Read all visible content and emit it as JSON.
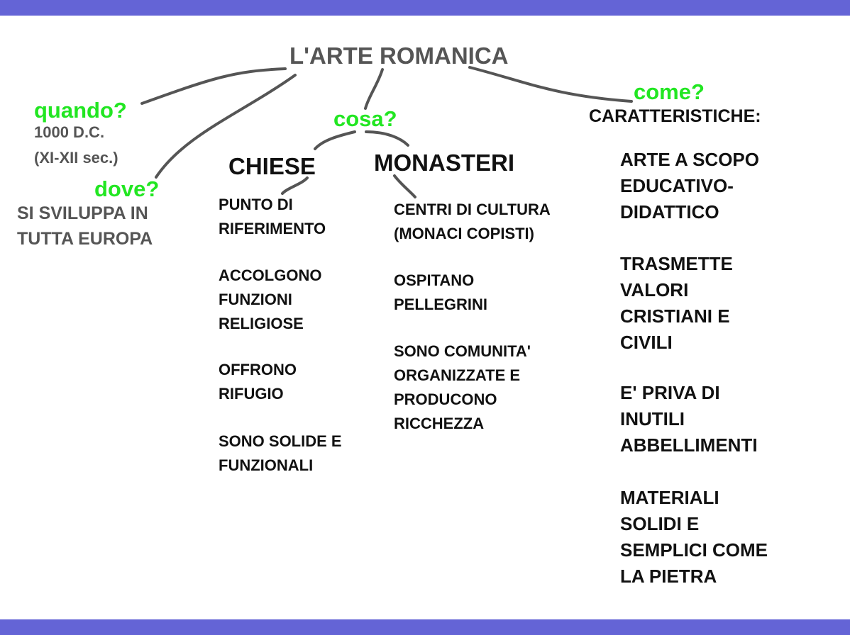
{
  "title": "L'ARTE ROMANICA",
  "questions": {
    "quando": "quando?",
    "dove": "dove?",
    "cosa": "cosa?",
    "come": "come?"
  },
  "quando_answer": [
    "1000 D.C.",
    "(XI-XII sec.)"
  ],
  "dove_answer": [
    "SI SVILUPPA IN",
    "TUTTA EUROPA"
  ],
  "chiese": {
    "heading": "CHIESE",
    "items": [
      "PUNTO DI\nRIFERIMENTO",
      "ACCOLGONO\nFUNZIONI\nRELIGIOSE",
      "OFFRONO\nRIFUGIO",
      "SONO SOLIDE E\nFUNZIONALI"
    ]
  },
  "monasteri": {
    "heading": "MONASTERI",
    "items": [
      "CENTRI DI CULTURA\n(MONACI COPISTI)",
      "OSPITANO\nPELLEGRINI",
      "SONO COMUNITA'\nORGANIZZATE E\nPRODUCONO\nRICCHEZZA"
    ]
  },
  "caratteristiche": {
    "heading": "CARATTERISTICHE:",
    "items": [
      "ARTE A SCOPO\nEDUCATIVO-\nDIDATTICO",
      "TRASMETTE\nVALORI\nCRISTIANI E\nCIVILI",
      "E' PRIVA DI\nINUTILI\nABBELLIMENTI",
      "MATERIALI\nSOLIDI E\nSEMPLICI COME\nLA PIETRA"
    ]
  },
  "colors": {
    "bar": "#6464d6",
    "question": "#22e622",
    "title": "#555555"
  }
}
